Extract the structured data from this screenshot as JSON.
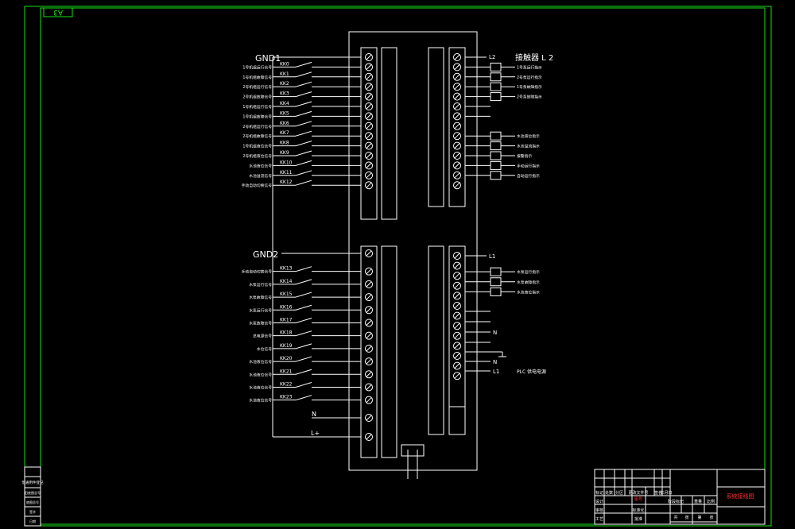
{
  "sheet": {
    "size_label": "A3",
    "frame_color": "#19e019",
    "line_color": "#ffffff",
    "accent_color": "#ff3030"
  },
  "gnd1": {
    "label": "GND1"
  },
  "gnd2": {
    "label": "GND2"
  },
  "top_left": {
    "rows": [
      {
        "kk": "KK0",
        "desc": "1号机组运行信号"
      },
      {
        "kk": "KK1",
        "desc": "1号机组故障信号"
      },
      {
        "kk": "KK2",
        "desc": "2号机组运行信号"
      },
      {
        "kk": "KK3",
        "desc": "2号机组故障信号"
      },
      {
        "kk": "KK4",
        "desc": "1号机组运行信号"
      },
      {
        "kk": "KK5",
        "desc": "1号机组故障信号"
      },
      {
        "kk": "KK6",
        "desc": "2号机组运行信号"
      },
      {
        "kk": "KK7",
        "desc": "2号机组故障信号"
      },
      {
        "kk": "KK8",
        "desc": "1号机组液位信号"
      },
      {
        "kk": "KK9",
        "desc": "2号机组液位信号"
      },
      {
        "kk": "KK10",
        "desc": "水池液位信号"
      },
      {
        "kk": "KK11",
        "desc": "水池溢流信号"
      },
      {
        "kk": "KK12",
        "desc": "手动自动切换信号"
      }
    ]
  },
  "bottom_left": {
    "rows": [
      {
        "kk": "KK13",
        "desc": "手动自动切换信号"
      },
      {
        "kk": "KK14",
        "desc": "水泵运行信号"
      },
      {
        "kk": "KK15",
        "desc": "水泵故障信号"
      },
      {
        "kk": "KK16",
        "desc": "水泵运行信号"
      },
      {
        "kk": "KK17",
        "desc": "水泵故障信号"
      },
      {
        "kk": "KK18",
        "desc": "总电源信号"
      },
      {
        "kk": "KK19",
        "desc": "水位信号"
      },
      {
        "kk": "KK20",
        "desc": "水池液位信号"
      },
      {
        "kk": "KK21",
        "desc": "水池液位信号"
      },
      {
        "kk": "KK22",
        "desc": "水池液位信号"
      },
      {
        "kk": "KK23",
        "desc": "水池液位信号"
      }
    ],
    "n_label": "N",
    "l_label": "L+"
  },
  "top_right": {
    "l2_label": "L2",
    "header_label": "接触器 L 2",
    "relays": [
      {
        "desc": "1号泵运行指示"
      },
      {
        "desc": "2号泵运行指示"
      },
      {
        "desc": "1号泵故障指示"
      },
      {
        "desc": "2号泵故障指示"
      },
      {
        "desc": "水池液位指示"
      },
      {
        "desc": "水池溢流指示"
      },
      {
        "desc": "报警指示"
      },
      {
        "desc": "手动运行指示"
      },
      {
        "desc": "自动运行指示"
      }
    ]
  },
  "bottom_right": {
    "l1_label": "L1",
    "relays": [
      {
        "desc": "水泵运行指示"
      },
      {
        "desc": "水泵故障指示"
      },
      {
        "desc": "水池液位指示"
      }
    ],
    "n_label": "N",
    "n2_label": "N",
    "l1b_label": "L1",
    "plc_label": "PLC 供电电源"
  },
  "title_block": {
    "drawing_title": "系统接线图",
    "row_labels": [
      "标记",
      "设计",
      "审核",
      "工艺"
    ],
    "header_labels": [
      "处数",
      "分区",
      "更改文件号",
      "签名",
      "年月日"
    ],
    "stage_labels": [
      "阶段标记",
      "重量",
      "比例"
    ],
    "sheet_labels": [
      "共",
      "张",
      "第",
      "张"
    ],
    "std_labels": [
      "标准化",
      "批准"
    ],
    "accent_label": "图号"
  },
  "side_stamp": {
    "title": "借通用件登记",
    "cells": [
      "旧底图总号",
      "底图总号",
      "签字",
      "日期"
    ]
  }
}
